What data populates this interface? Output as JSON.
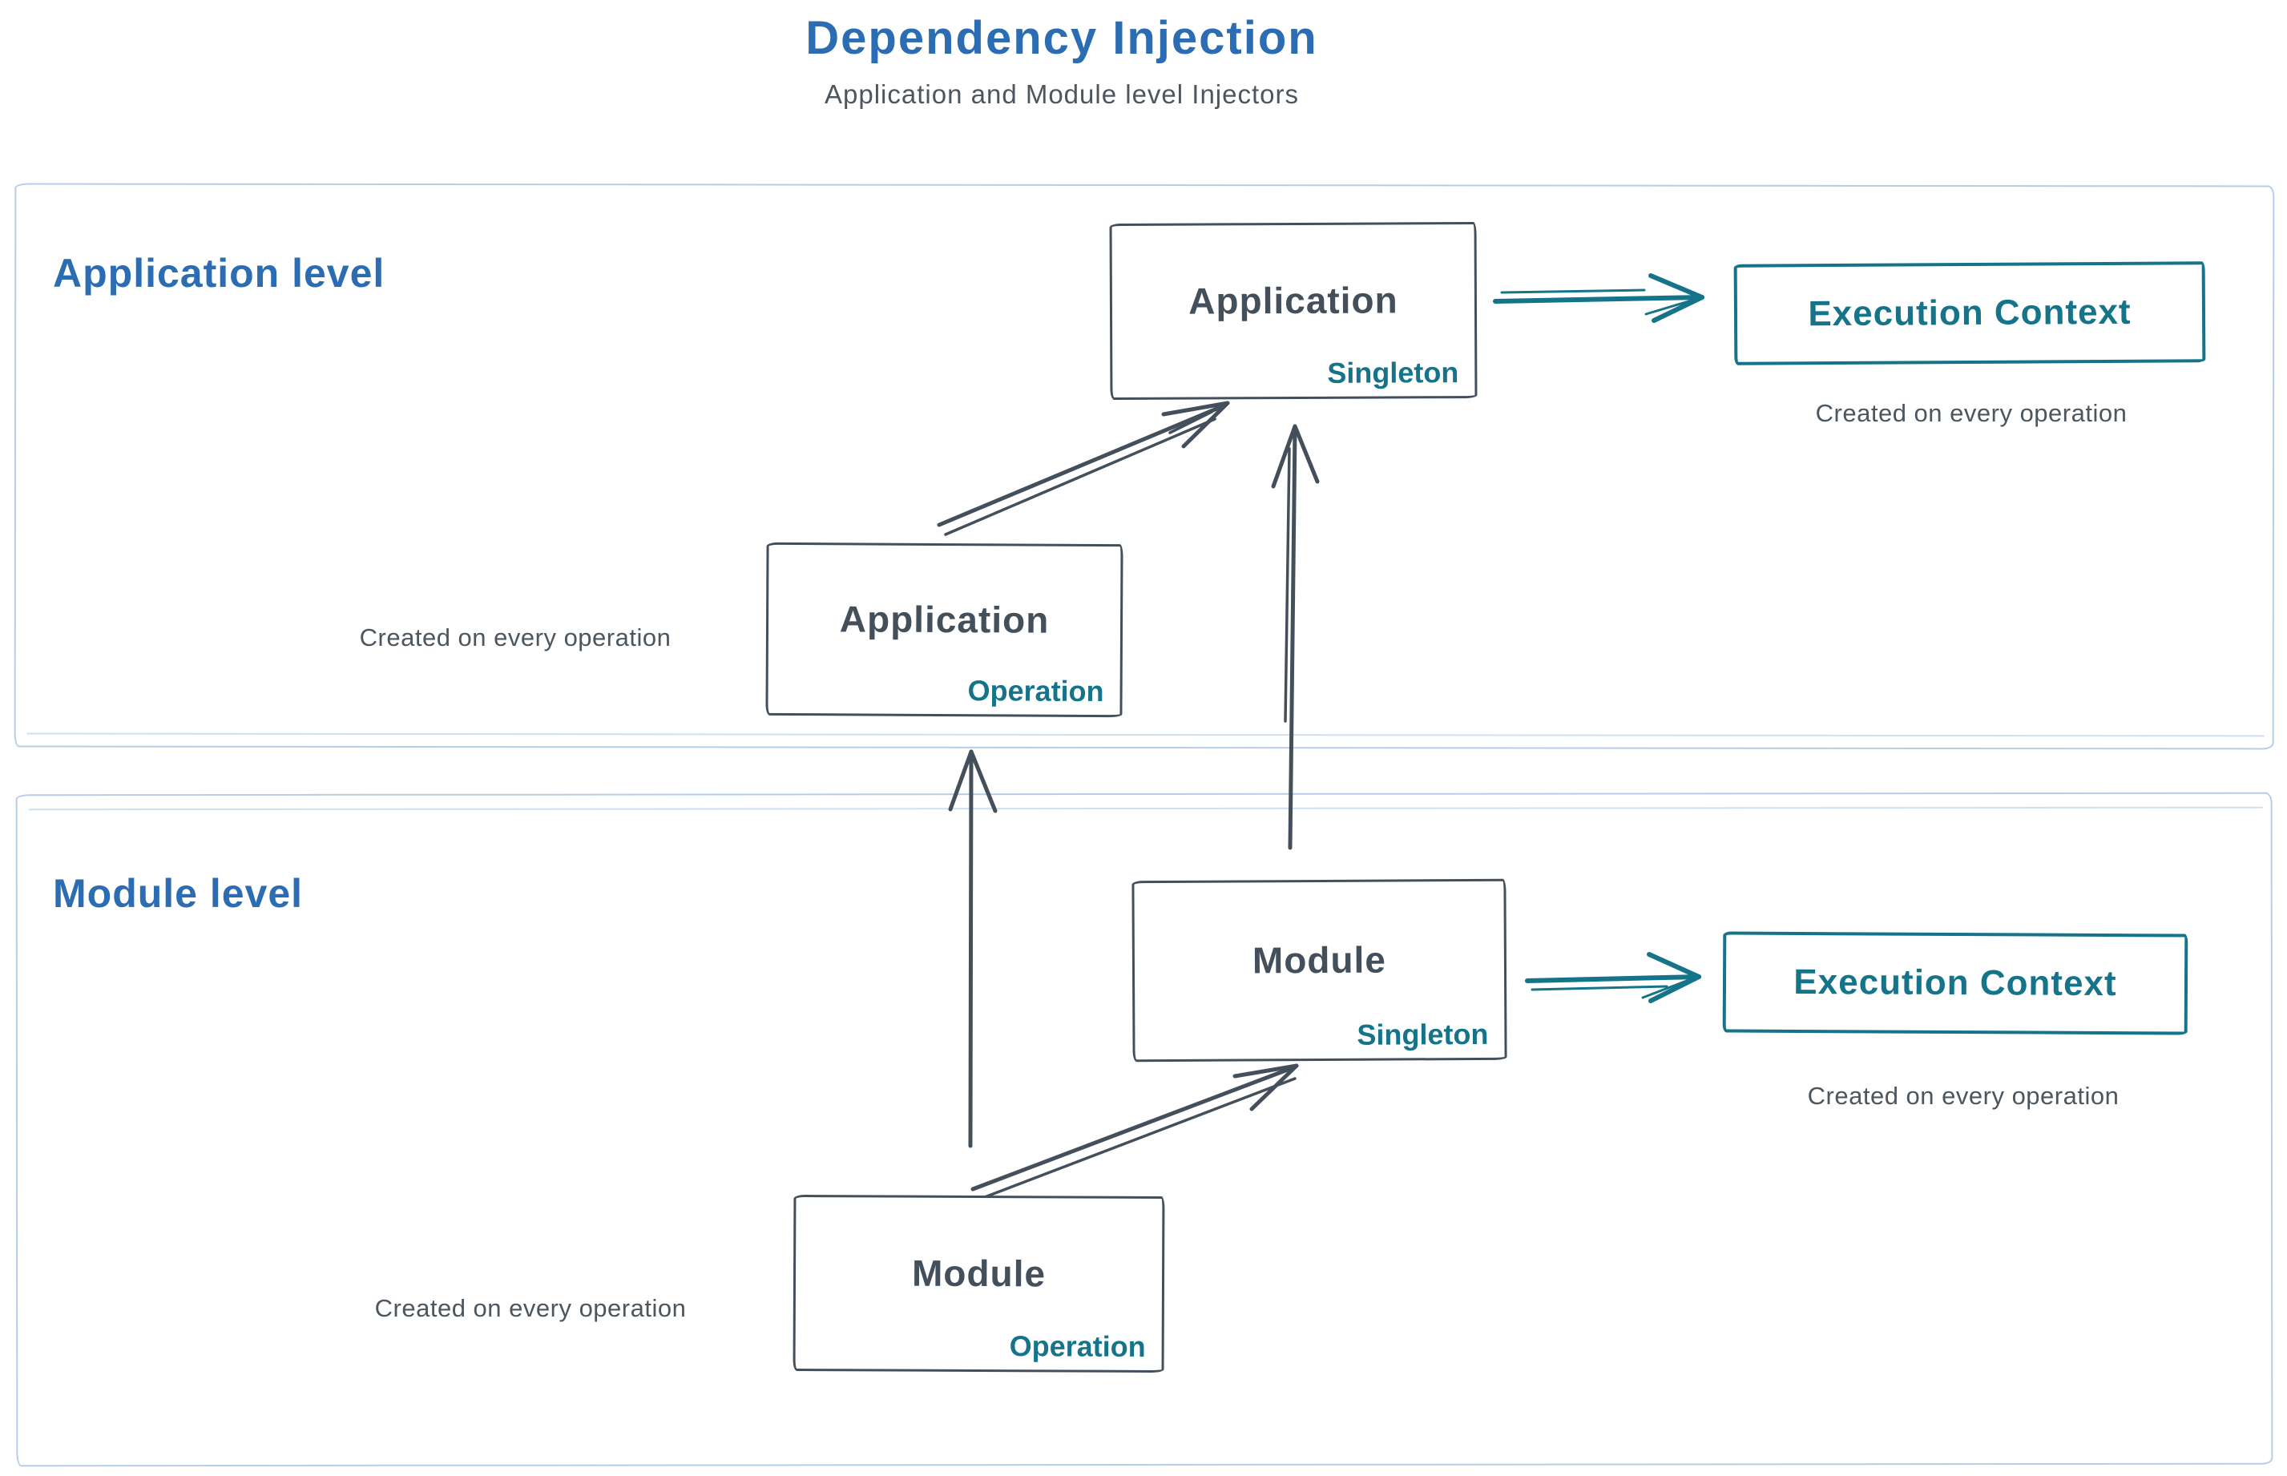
{
  "title": {
    "text": "Dependency Injection",
    "subtitle": "Application and Module level Injectors"
  },
  "colors": {
    "accent_blue": "#2b6cb3",
    "teal": "#16748a",
    "dark_slate": "#43505c",
    "container_border": "#b5cde9"
  },
  "levels": {
    "application": {
      "label": "Application level",
      "singleton": {
        "name": "Application",
        "scope": "Singleton"
      },
      "operation": {
        "name": "Application",
        "scope": "Operation"
      },
      "execution_context": "Execution Context",
      "execution_note": "Created on every operation",
      "operation_note": "Created on every operation"
    },
    "module": {
      "label": "Module level",
      "singleton": {
        "name": "Module",
        "scope": "Singleton"
      },
      "operation": {
        "name": "Module",
        "scope": "Operation"
      },
      "execution_context": "Execution Context",
      "execution_note": "Created on every operation",
      "operation_note": "Created on every operation"
    }
  }
}
